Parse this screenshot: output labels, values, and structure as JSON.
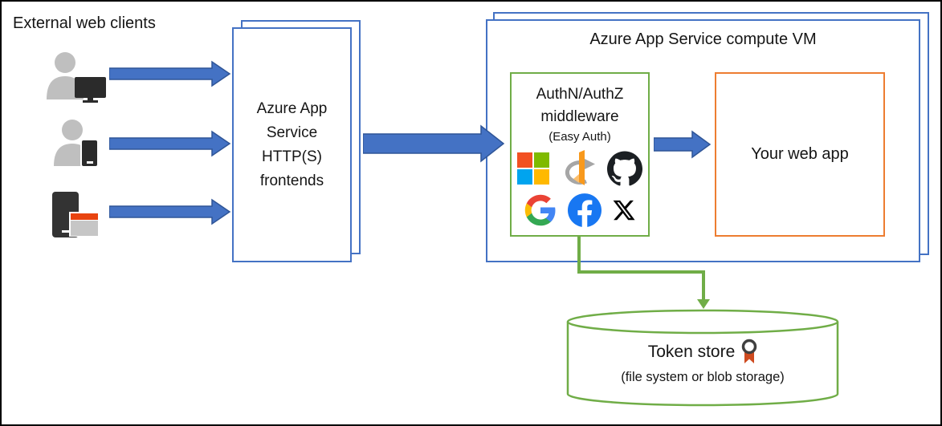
{
  "external_clients": {
    "label": "External web clients",
    "icons": [
      "person-desktop-icon",
      "person-mobile-icon",
      "device-browser-icon"
    ]
  },
  "frontends": {
    "full_label": "Azure App Service HTTP(S) frontends",
    "lines": [
      "Azure App",
      "Service",
      "HTTP(S)",
      "frontends"
    ]
  },
  "compute_vm": {
    "title": "Azure App Service compute VM"
  },
  "middleware": {
    "lines": [
      "AuthN/AuthZ",
      "middleware"
    ],
    "subtitle": "(Easy Auth)",
    "provider_icons": [
      "microsoft-icon",
      "openid-connect-icon",
      "github-icon",
      "google-icon",
      "facebook-icon",
      "x-icon"
    ]
  },
  "web_app": {
    "label": "Your web app"
  },
  "token_store": {
    "title": "Token store",
    "subtitle": "(file system or blob storage)",
    "icon": "certificate-ribbon-icon"
  },
  "colors": {
    "box_blue": "#4472C4",
    "arrow_fill": "#4472C4",
    "arrow_outline": "#2F5597",
    "green": "#70AD47",
    "orange": "#ED7D31",
    "ms_red": "#F25022",
    "ms_green": "#7FBA00",
    "ms_blue": "#00A4EF",
    "ms_yellow": "#FFB900",
    "openid_orange": "#F8991D",
    "facebook_blue": "#1877F2",
    "github_black": "#1B1F23",
    "ribbon_red": "#CE4A1F",
    "person_gray": "#BFBFBF",
    "device_dark": "#2B2B2B"
  }
}
